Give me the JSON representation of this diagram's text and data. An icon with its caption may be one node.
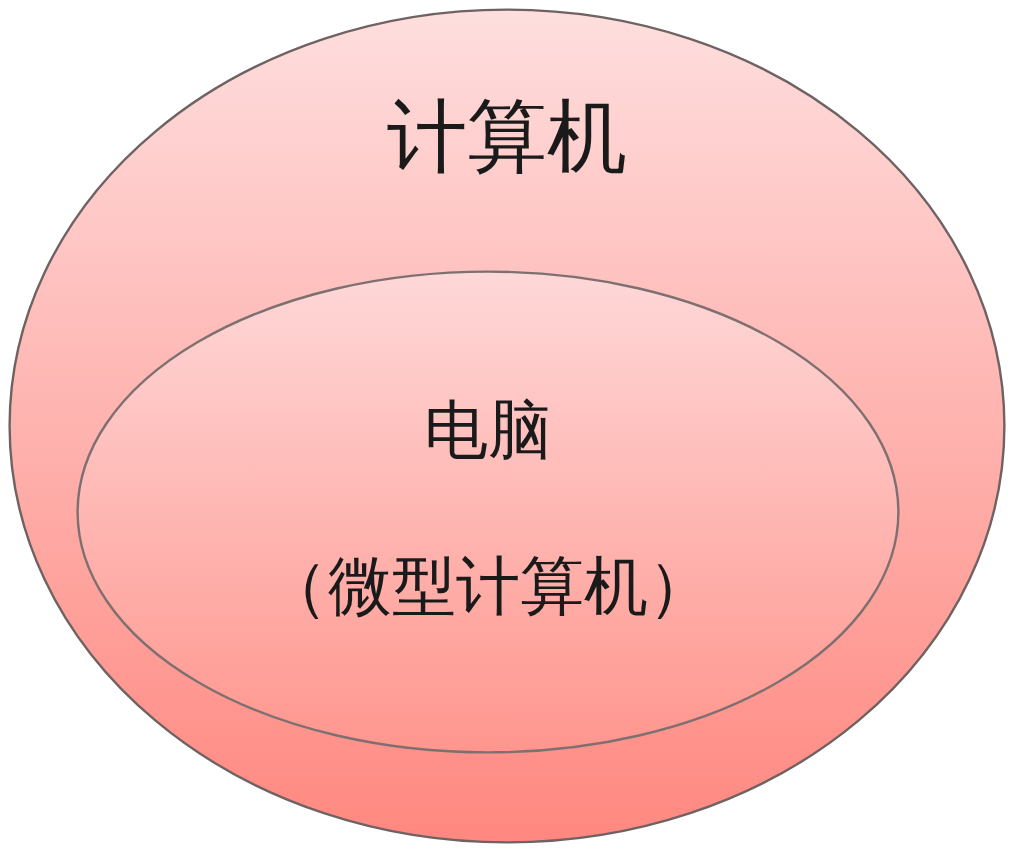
{
  "diagram": {
    "nodes": [
      {
        "text": [
          "计算机"
        ]
      },
      {
        "text": [
          "电脑",
          "（微型计算机）"
        ],
        "in": 0
      }
    ]
  }
}
